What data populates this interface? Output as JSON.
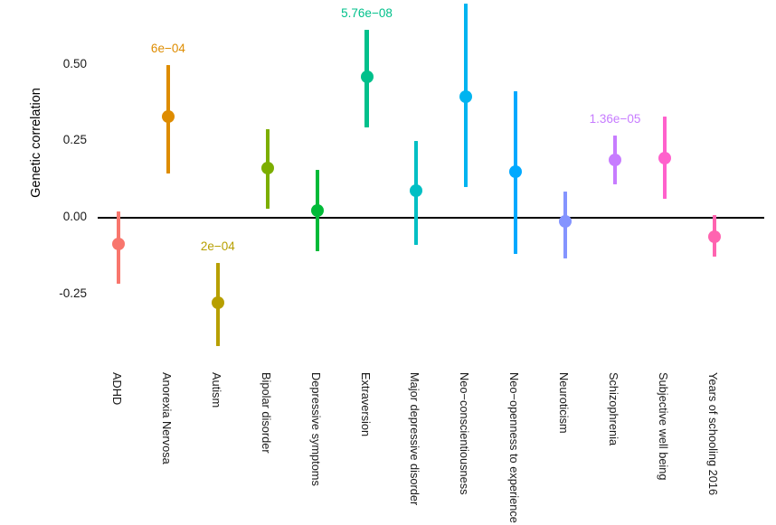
{
  "chart_data": {
    "type": "scatter",
    "title": "",
    "xlabel": "",
    "ylabel": "Genetic correlation",
    "ylim": [
      -0.45,
      0.72
    ],
    "yticks": [
      0.5,
      0.25,
      0.0,
      -0.25
    ],
    "ytick_labels": [
      "0.50",
      "0.25",
      "0.00",
      "-0.25"
    ],
    "grid": false,
    "legend": "none",
    "zero_reference_line": 0.0,
    "categories": [
      "ADHD",
      "Anorexia Nervosa",
      "Autism",
      "Bipolar disorder",
      "Depressive symptoms",
      "Extraversion",
      "Major depressive disorder",
      "Neo-conscientiousness",
      "Neo-openness to experience",
      "Neuroticism",
      "Schizophrenia",
      "Subjective well being",
      "Years of schooling 2016"
    ],
    "points": [
      {
        "label": "ADHD",
        "value": -0.085,
        "ci_low": -0.215,
        "ci_high": 0.02,
        "color": "#F8766D",
        "pvalue": null
      },
      {
        "label": "Anorexia Nervosa",
        "value": 0.33,
        "ci_low": 0.145,
        "ci_high": 0.5,
        "color": "#DE8C00",
        "pvalue": "6e-04"
      },
      {
        "label": "Autism",
        "value": -0.278,
        "ci_low": -0.418,
        "ci_high": -0.148,
        "color": "#B79F00",
        "pvalue": "2e-04"
      },
      {
        "label": "Bipolar disorder",
        "value": 0.163,
        "ci_low": 0.028,
        "ci_high": 0.29,
        "color": "#7CAE00",
        "pvalue": null
      },
      {
        "label": "Depressive symptoms",
        "value": 0.025,
        "ci_low": -0.11,
        "ci_high": 0.155,
        "color": "#00BA38",
        "pvalue": null
      },
      {
        "label": "Extraversion",
        "value": 0.46,
        "ci_low": 0.295,
        "ci_high": 0.615,
        "color": "#00C08B",
        "pvalue": "5.76e-08"
      },
      {
        "label": "Major depressive disorder",
        "value": 0.088,
        "ci_low": -0.088,
        "ci_high": 0.25,
        "color": "#00BFC4",
        "pvalue": null
      },
      {
        "label": "Neo-conscientiousness",
        "value": 0.395,
        "ci_low": 0.1,
        "ci_high": 0.7,
        "color": "#00B4F0",
        "pvalue": null
      },
      {
        "label": "Neo-openness to experience",
        "value": 0.152,
        "ci_low": -0.118,
        "ci_high": 0.412,
        "color": "#00A9FF",
        "pvalue": null
      },
      {
        "label": "Neuroticism",
        "value": -0.012,
        "ci_low": -0.132,
        "ci_high": 0.085,
        "color": "#8494FF",
        "pvalue": null
      },
      {
        "label": "Schizophrenia",
        "value": 0.188,
        "ci_low": 0.11,
        "ci_high": 0.268,
        "color": "#C77CFF",
        "pvalue": "1.36e-05"
      },
      {
        "label": "Subjective well being",
        "value": 0.195,
        "ci_low": 0.062,
        "ci_high": 0.33,
        "color": "#FF61CC",
        "pvalue": null
      },
      {
        "label": "Years of schooling 2016",
        "value": -0.062,
        "ci_low": -0.128,
        "ci_high": 0.01,
        "color": "#FF64B0",
        "pvalue": null
      }
    ]
  },
  "axis": {
    "y_title": "Genetic correlation",
    "y_tick_labels": [
      "0.50",
      "0.25",
      "0.00",
      "-0.25"
    ]
  }
}
